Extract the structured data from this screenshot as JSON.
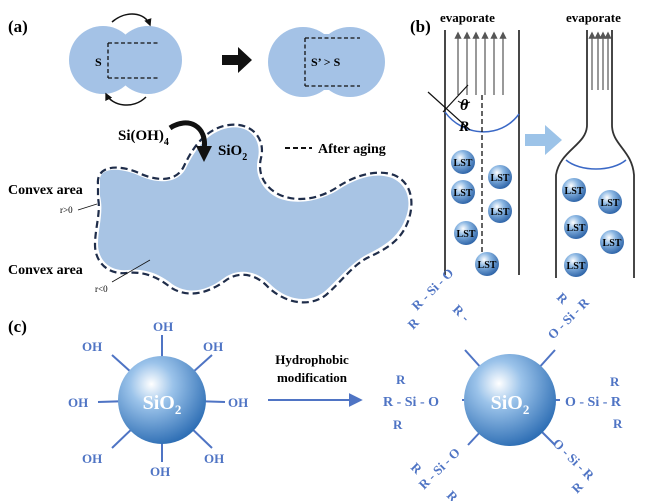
{
  "panels": {
    "a": "(a)",
    "b": "(b)",
    "c": "(c)"
  },
  "panel_a": {
    "neck_left": "S",
    "neck_right": "S’ > S",
    "precursor": "Si(OH)",
    "precursor_sub": "4",
    "product": "SiO",
    "product_sub": "2",
    "legend": "After aging",
    "convex_top": "Convex area",
    "radius_top": "r>0",
    "convex_bottom": "Convex area",
    "radius_bottom": "r<0"
  },
  "panel_b": {
    "evaporate_left": "evaporate",
    "evaporate_right": "evaporate",
    "theta": "θ",
    "radius": "R",
    "particle": "LST"
  },
  "panel_c": {
    "core_left": "SiO",
    "core_left_sub": "2",
    "core_right": "SiO",
    "core_right_sub": "2",
    "group": "OH",
    "arrow_top": "Hydrophobic",
    "arrow_bottom": "modification",
    "silyl_left": "O - Si - R",
    "silyl_right": "R - Si - O",
    "r": "R"
  },
  "colors": {
    "particle": "#a4c2e6",
    "shape": "#a8c4e4",
    "outline": "#1f2d4a",
    "group": "#4f74c4",
    "arrow": "#9cc3e8"
  }
}
